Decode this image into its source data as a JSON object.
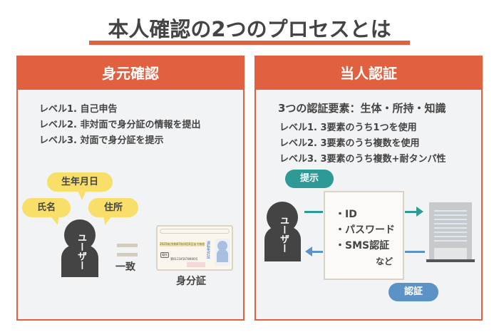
{
  "title": "本人確認の2つのプロセスとは",
  "colors": {
    "accent": "#e06040",
    "bubble": "#f7df6a",
    "teal": "#2e9a96",
    "blue": "#5b93c7",
    "panel_bg": "#f2f3f5"
  },
  "left": {
    "heading": "身元確認",
    "levels": [
      "レベル1. 自己申告",
      "レベル2. 非対面で身分証の情報を提出",
      "レベル3. 対面で身分証を提示"
    ],
    "bubbles": {
      "birthdate": "生年月日",
      "name": "氏名",
      "address": "住所"
    },
    "user_label": "ユーザー",
    "match_label": "一致",
    "id_card": {
      "validity": "2025年(令和07年)0月0日まで有効",
      "type": "運転免許証",
      "number": "第012345678900号",
      "badge": "優良"
    },
    "id_label": "身分証"
  },
  "right": {
    "heading": "当人認証",
    "factors": "3つの認証要素：生体・所持・知識",
    "levels": [
      "レベル1. 3要素のうち1つを使用",
      "レベル2. 3要素のうち複数を使用",
      "レベル3. 3要素のうち複数+耐タンパ性"
    ],
    "present_label": "提示",
    "user_label": "ユーザー",
    "credentials": [
      "・ID",
      "・パスワード",
      "・SMS認証"
    ],
    "etc": "など",
    "auth_label": "認証"
  }
}
